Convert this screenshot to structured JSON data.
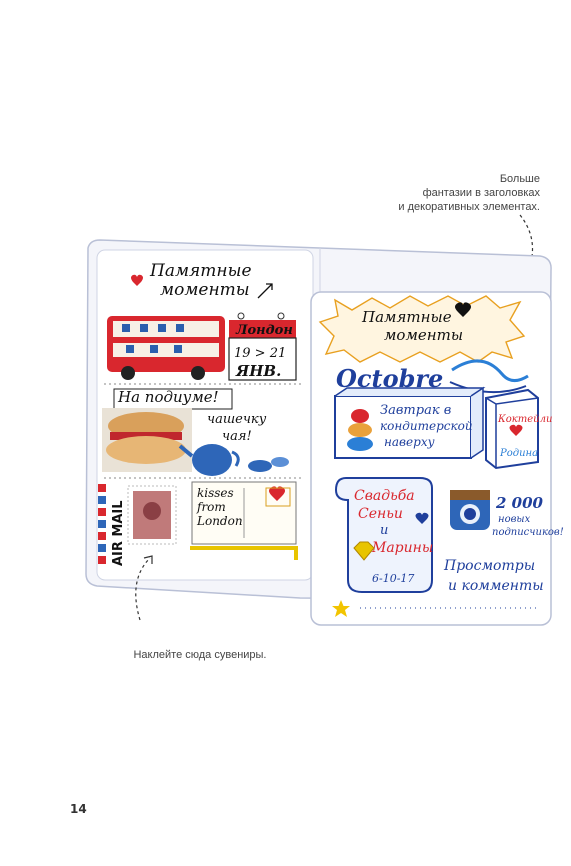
{
  "captions": {
    "top_line1": "Больше",
    "top_line2": "фантазии в заголовках",
    "top_line3": "и декоративных элементах.",
    "bottom": "Наклейте сюда сувениры."
  },
  "page_number": "14",
  "left_page": {
    "title_line1": "Памятные",
    "title_line2": "моменты",
    "london_tag": "Лондон",
    "date": "19 > 21",
    "month": "ЯНВ.",
    "bus_caption": "На подиуме!",
    "tea_line1": "чашечку",
    "tea_line2": "чая!",
    "kisses_line1": "kisses",
    "kisses_line2": "from",
    "kisses_line3": "London",
    "airmail": "AIR MAIL"
  },
  "right_page": {
    "title_line1": "Памятные",
    "title_line2": "моменты",
    "month_banner": "Octobre",
    "breakfast_line1": "Завтрак в",
    "breakfast_line2": "кондитерской",
    "breakfast_line3": "наверху",
    "box_line1": "Коктейли",
    "box_line2": "Родина",
    "wedding_line1": "Свадьба",
    "wedding_line2": "Сеньи",
    "wedding_line3": "и",
    "wedding_line4": "Марины",
    "wedding_date": "6-10-17",
    "count": "2 000",
    "count_caption1": "новых",
    "count_caption2": "подписчиков!",
    "views_line1": "Просмотры",
    "views_line2": "и комменты"
  },
  "colors": {
    "bus_red": "#d9272e",
    "ink_blue": "#1f3f9c",
    "sky_blue": "#2b7fd6",
    "notebook_border": "#b9c0d6",
    "notebook_fill": "#f6f7fb",
    "caption": "#444444"
  },
  "icons": [
    "arrow-dashed-icon",
    "heart-icon",
    "star-icon",
    "diamond-icon",
    "camera-icon",
    "teapot-icon",
    "bus-icon",
    "stamp-icon"
  ]
}
